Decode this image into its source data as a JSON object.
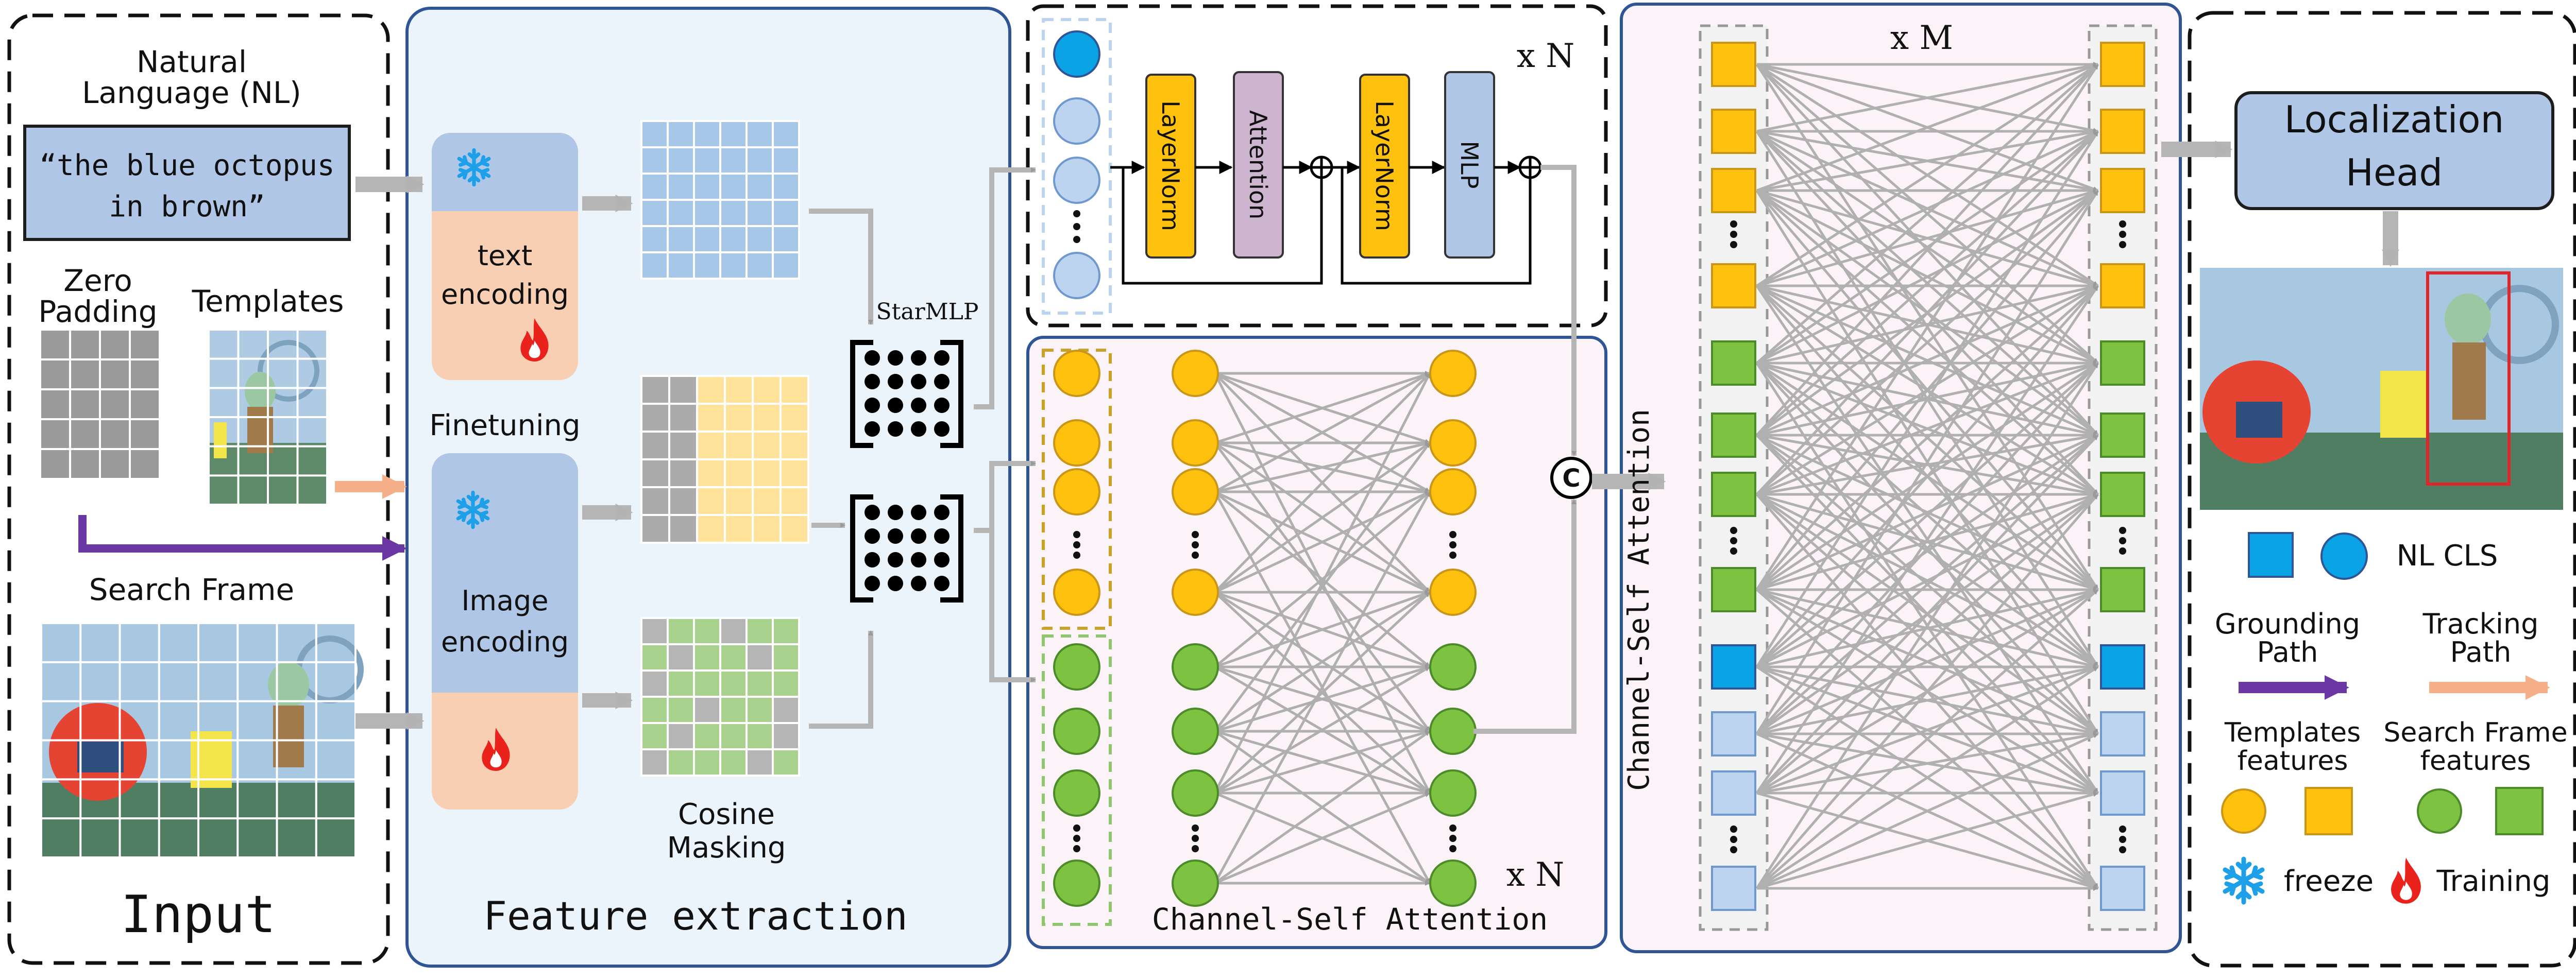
{
  "input": {
    "title": "Input",
    "nl_label_1": "Natural",
    "nl_label_2": "Language (NL)",
    "nl_text_1": "“the blue octopus",
    "nl_text_2": "in brown”",
    "zero_padding_1": "Zero",
    "zero_padding_2": "Padding",
    "templates": "Templates",
    "search_frame": "Search Frame"
  },
  "feature_extraction": {
    "title": "Feature extraction",
    "text_encoding_1": "text",
    "text_encoding_2": "encoding",
    "finetuning": "Finetuning",
    "image_encoding_1": "Image",
    "image_encoding_2": "encoding",
    "cosine_masking_1": "Cosine",
    "cosine_masking_2": "Masking",
    "starmlp": "StarMLP"
  },
  "transformer": {
    "repeat": "x N",
    "layernorm": "LayerNorm",
    "attention": "Attention",
    "mlp": "MLP"
  },
  "channel_block": {
    "title": "Channel-Self Attention",
    "repeat": "x N",
    "concat": "C"
  },
  "channel_panel": {
    "title": "Channel-Self Attention",
    "repeat": "x M"
  },
  "output": {
    "head_1": "Localization",
    "head_2": "Head",
    "legend_cls": "NL CLS",
    "grounding_1": "Grounding",
    "grounding_2": "Path",
    "tracking_1": "Tracking",
    "tracking_2": "Path",
    "templates_feat_1": "Templates",
    "templates_feat_2": "features",
    "search_feat_1": "Search Frame",
    "search_feat_2": "features",
    "freeze": "freeze",
    "training": "Training"
  },
  "colors": {
    "yellow": "#FDC10E",
    "green": "#7DC241",
    "blue_bright": "#0AA3E6",
    "blue_light": "#BCD4EF",
    "panel_blue": "#EBF4FB",
    "panel_pink": "#FBF3F7",
    "encoder_blue": "#AFC6E6",
    "encoder_peach": "#F8CFB2",
    "grounding_purple": "#6A37A3",
    "tracking_orange": "#F5B08A",
    "arrow_gray": "#B5B5B5"
  }
}
